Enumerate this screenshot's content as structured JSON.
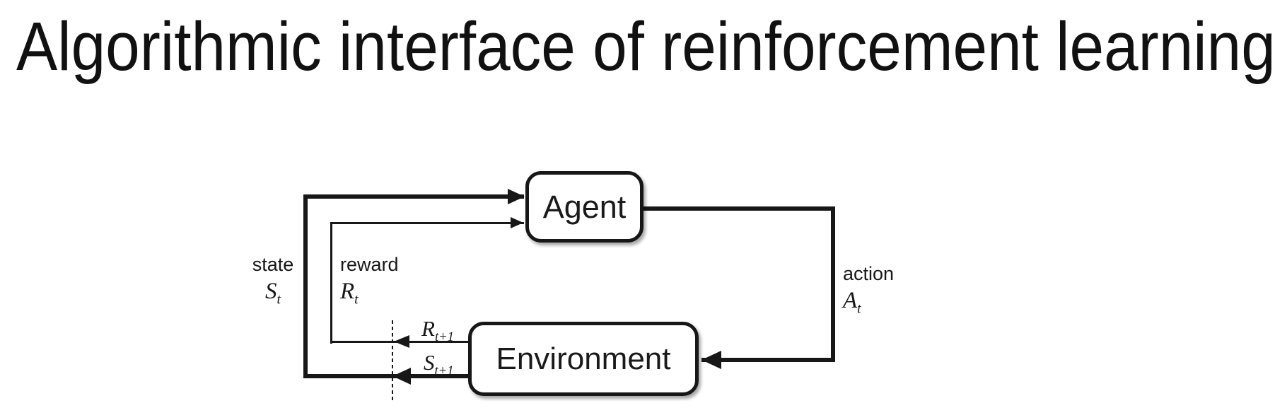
{
  "title": "Algorithmic interface of reinforcement learning",
  "diagram": {
    "agent": {
      "label": "Agent"
    },
    "environment": {
      "label": "Environment"
    },
    "labels": {
      "state": {
        "word": "state",
        "symbol": "S",
        "subscript": "t"
      },
      "reward": {
        "word": "reward",
        "symbol": "R",
        "subscript": "t"
      },
      "action": {
        "word": "action",
        "symbol": "A",
        "subscript": "t"
      },
      "next_reward": {
        "symbol": "R",
        "subscript": "t+1"
      },
      "next_state": {
        "symbol": "S",
        "subscript": "t+1"
      }
    },
    "colors": {
      "ink": "#171717",
      "background": "#ffffff"
    }
  }
}
